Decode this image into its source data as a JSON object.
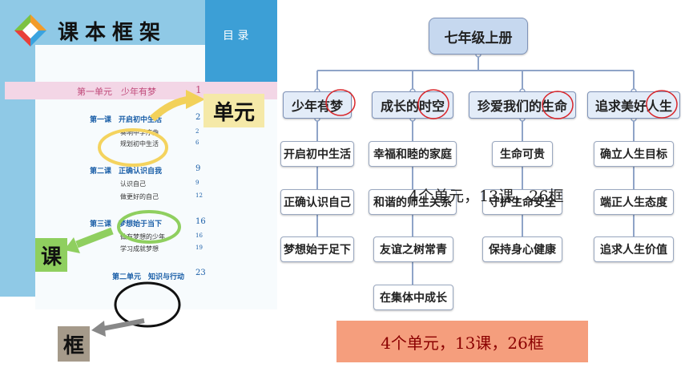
{
  "header": {
    "title": "课本框架"
  },
  "textbook": {
    "tab_label": "目 录",
    "unit1": {
      "label": "第一单元　少年有梦",
      "page": "1"
    },
    "lessons": [
      {
        "label": "第一课　开启初中生活",
        "page": "2",
        "frames": [
          {
            "label": "奏响中学序曲",
            "page": "2"
          },
          {
            "label": "规划初中生活",
            "page": "6"
          }
        ]
      },
      {
        "label": "第二课　正确认识自我",
        "page": "9",
        "frames": [
          {
            "label": "认识自己",
            "page": "9"
          },
          {
            "label": "做更好的自己",
            "page": "12"
          }
        ]
      },
      {
        "label": "第三课　梦想始于当下",
        "page": "16",
        "frames": [
          {
            "label": "做有梦想的少年",
            "page": "16"
          },
          {
            "label": "学习成就梦想",
            "page": "19"
          }
        ]
      }
    ],
    "unit2": {
      "label": "第二单元　知识与行动",
      "page": "23"
    },
    "tags": {
      "unit": "单元",
      "lesson": "课",
      "frame": "框"
    }
  },
  "diagram": {
    "root": "七年级上册",
    "units": [
      {
        "label": "少年有梦",
        "lessons": [
          "开启初中生活",
          "正确认识自己",
          "梦想始于足下"
        ]
      },
      {
        "label": "成长的时空",
        "lessons": [
          "幸福和睦的家庭",
          "和谐的师生关系",
          "友谊之树常青",
          "在集体中成长"
        ]
      },
      {
        "label": "珍爱我们的生命",
        "lessons": [
          "生命可贵",
          "守护生命安全",
          "保持身心健康"
        ]
      },
      {
        "label": "追求美好人生",
        "lessons": [
          "确立人生目标",
          "端正人生态度",
          "追求人生价值"
        ]
      }
    ],
    "overlay_text": "4个单元，13课，26框"
  },
  "summary": {
    "text": "4个单元，13课，26框"
  },
  "colors": {
    "summary_bar": "#f59e7d",
    "summary_text": "#8b0000",
    "unit_circle": "#d9262b"
  }
}
